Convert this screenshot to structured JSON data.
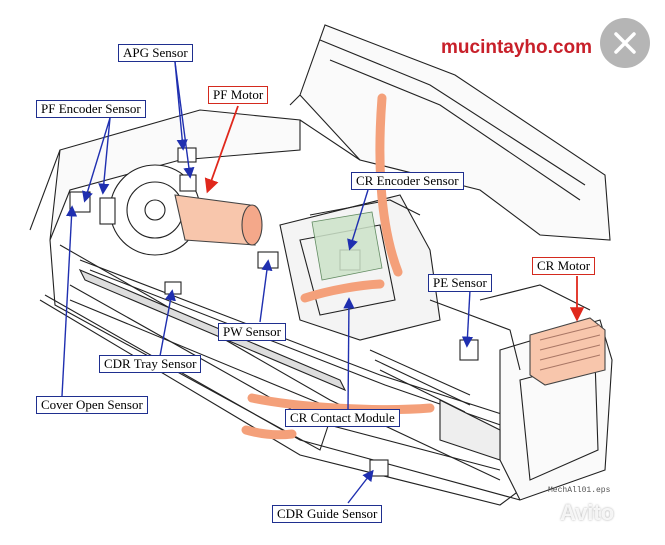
{
  "watermark": "mucintayho.com",
  "file_label": "MechAll01.eps",
  "brand_badge": "Avito",
  "colors": {
    "label_border": "#1f2f8f",
    "motor_label_border": "#d42a1e",
    "leader_line": "#1f2fb0",
    "motor_arrow": "#e0281c",
    "highlight": "#f4a07a",
    "watermark": "#c8202a"
  },
  "labels": {
    "apg_sensor": "APG Sensor",
    "pf_encoder_sensor": "PF Encoder Sensor",
    "pf_motor": "PF Motor",
    "cr_encoder_sensor": "CR Encoder Sensor",
    "cr_motor": "CR Motor",
    "pe_sensor": "PE Sensor",
    "pw_sensor": "PW Sensor",
    "cdr_tray_sensor": "CDR Tray Sensor",
    "cover_open_sensor": "Cover Open Sensor",
    "cr_contact_module": "CR Contact Module",
    "cdr_guide_sensor": "CDR Guide Sensor"
  },
  "icons": {
    "close": "close-icon"
  }
}
